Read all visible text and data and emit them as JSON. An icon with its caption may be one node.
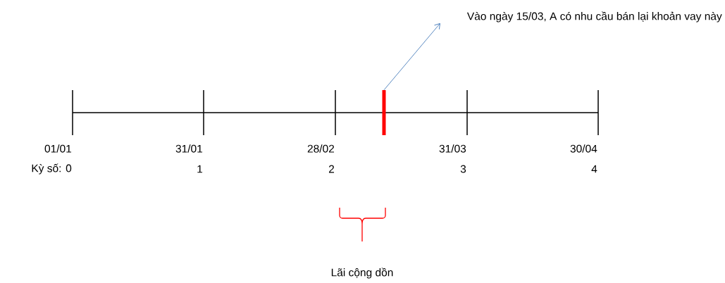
{
  "diagram": {
    "nodes": [
      {
        "text": [
          "Vào ngày 15/03, A có nhu cầu bán lại khoản vay này"
        ]
      },
      {
        "text": [],
        "shape": "bar"
      }
    ],
    "edges": [
      {
        "from": 1,
        "to": 0,
        "arrow": "to",
        "color": "#4a7ebb"
      }
    ],
    "labels": [
      "01/01",
      "31/01",
      "28/02",
      "31/03",
      "30/04",
      "Kỳ số: 0",
      "1",
      "2",
      "3",
      "4",
      "Lãi cộng dồn"
    ]
  }
}
